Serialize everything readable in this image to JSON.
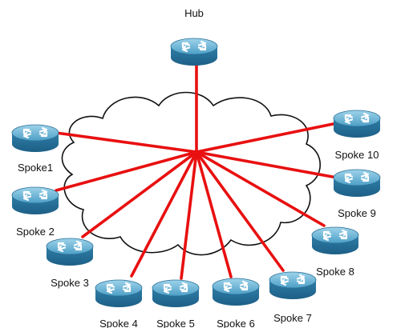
{
  "diagram": {
    "type": "hub-and-spoke",
    "center": "cloud",
    "link_color": "#e81010",
    "router_color": "#3c8fb8",
    "hub": {
      "label": "Hub",
      "icon": "router-icon"
    },
    "spokes": [
      {
        "id": "spoke-1",
        "label": "Spoke1",
        "icon": "router-icon"
      },
      {
        "id": "spoke-2",
        "label": "Spoke 2",
        "icon": "router-icon"
      },
      {
        "id": "spoke-3",
        "label": "Spoke 3",
        "icon": "router-icon"
      },
      {
        "id": "spoke-4",
        "label": "Spoke 4",
        "icon": "router-icon"
      },
      {
        "id": "spoke-5",
        "label": "Spoke 5",
        "icon": "router-icon"
      },
      {
        "id": "spoke-6",
        "label": "Spoke 6",
        "icon": "router-icon"
      },
      {
        "id": "spoke-7",
        "label": "Spoke 7",
        "icon": "router-icon"
      },
      {
        "id": "spoke-8",
        "label": "Spoke 8",
        "icon": "router-icon"
      },
      {
        "id": "spoke-9",
        "label": "Spoke 9",
        "icon": "router-icon"
      },
      {
        "id": "spoke-10",
        "label": "Spoke 10",
        "icon": "router-icon"
      }
    ]
  }
}
